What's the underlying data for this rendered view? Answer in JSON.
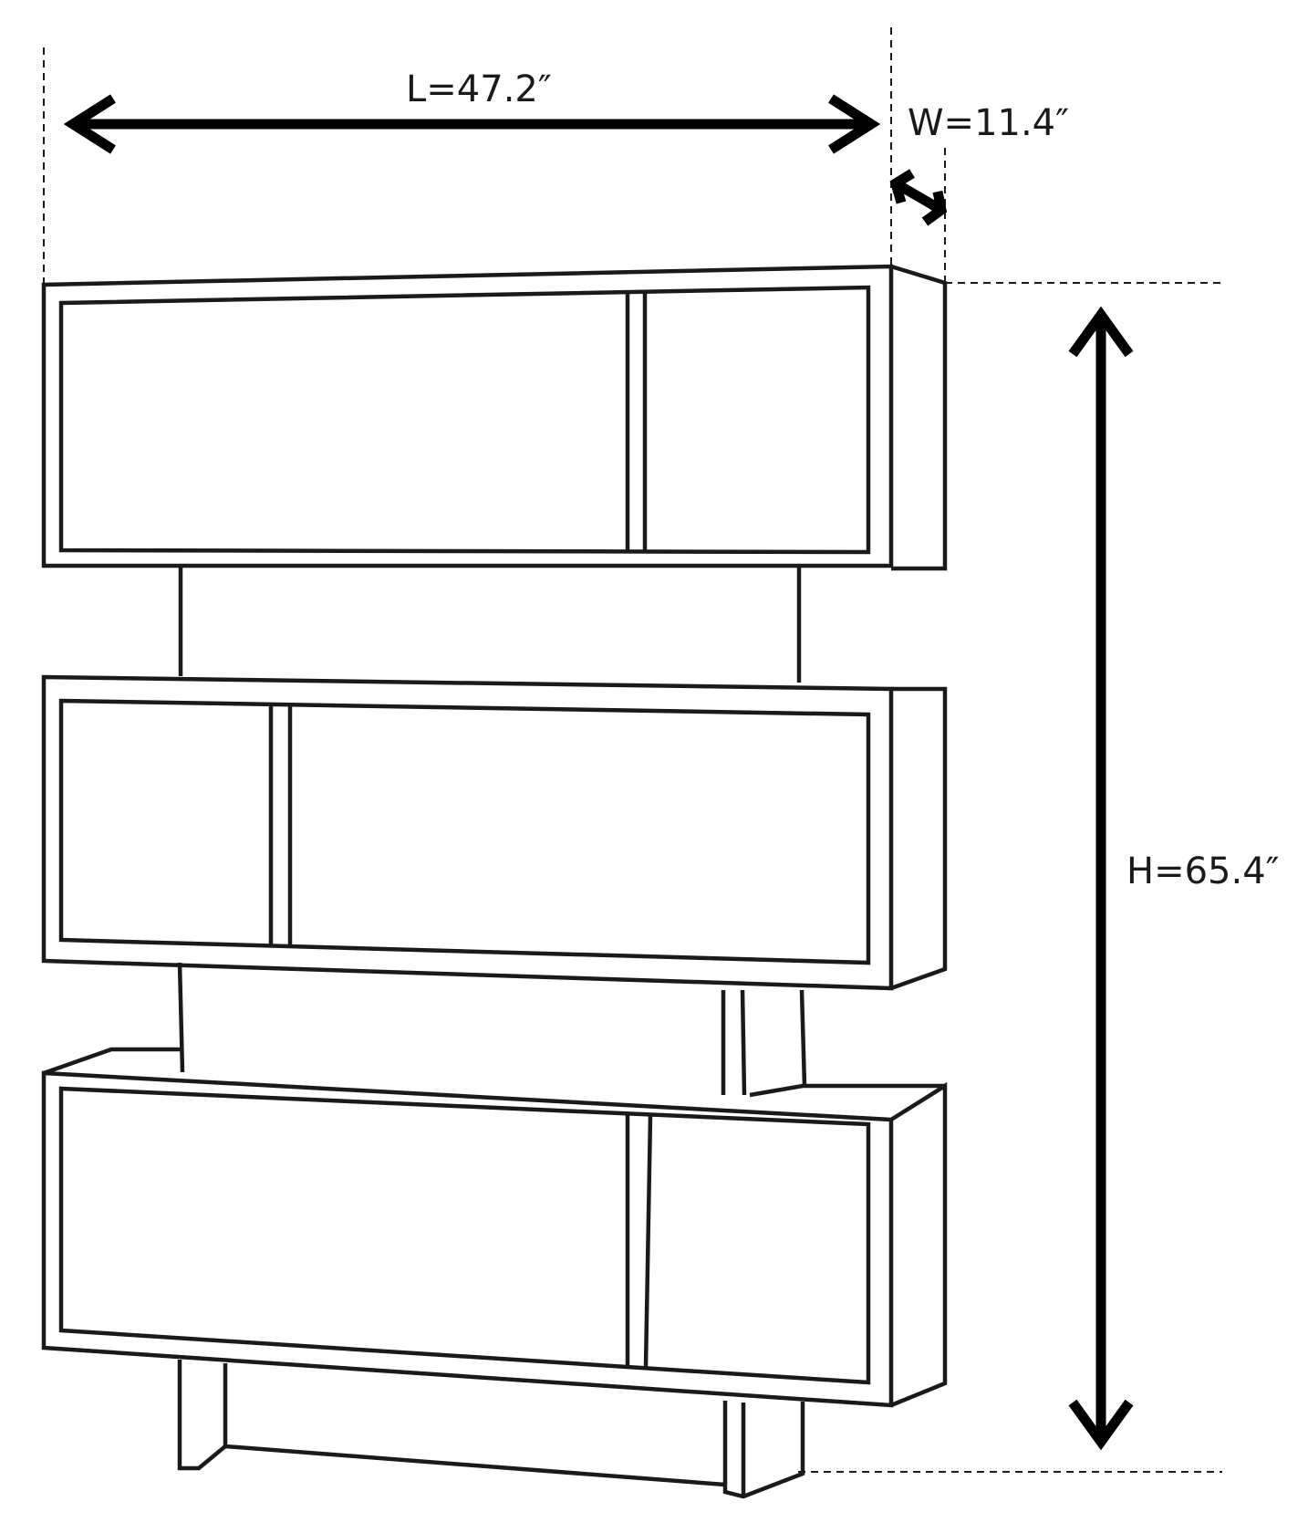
{
  "dimensions": {
    "length_label": "L=47.2″",
    "width_label": "W=11.4″",
    "height_label": "H=65.4″"
  },
  "colors": {
    "ink": "#1a1a1a",
    "background": "#ffffff"
  }
}
